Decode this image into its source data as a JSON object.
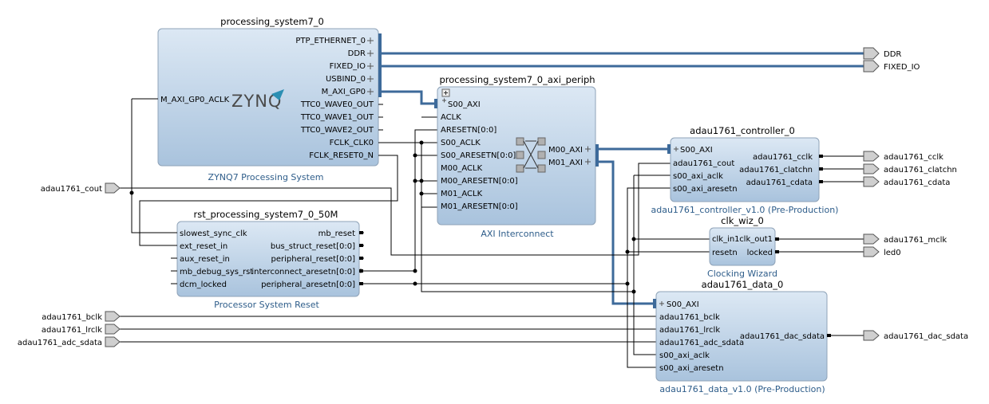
{
  "blocks": {
    "ps7": {
      "title": "processing_system7_0",
      "subtitle": "ZYNQ7 Processing System",
      "logo": "ZYNQ",
      "pins_left": [
        "M_AXI_GP0_ACLK"
      ],
      "pins_right": [
        "PTP_ETHERNET_0",
        "DDR",
        "FIXED_IO",
        "USBIND_0",
        "M_AXI_GP0",
        "TTC0_WAVE0_OUT",
        "TTC0_WAVE1_OUT",
        "TTC0_WAVE2_OUT",
        "FCLK_CLK0",
        "FCLK_RESET0_N"
      ]
    },
    "periph": {
      "title": "processing_system7_0_axi_periph",
      "subtitle": "AXI Interconnect",
      "pins_left": [
        "S00_AXI",
        "ACLK",
        "ARESETN[0:0]",
        "S00_ACLK",
        "S00_ARESETN[0:0]",
        "M00_ACLK",
        "M00_ARESETN[0:0]",
        "M01_ACLK",
        "M01_ARESETN[0:0]"
      ],
      "pins_right": [
        "M00_AXI",
        "M01_AXI"
      ]
    },
    "rst": {
      "title": "rst_processing_system7_0_50M",
      "subtitle": "Processor System Reset",
      "pins_left": [
        "slowest_sync_clk",
        "ext_reset_in",
        "aux_reset_in",
        "mb_debug_sys_rst",
        "dcm_locked"
      ],
      "pins_right": [
        "mb_reset",
        "bus_struct_reset[0:0]",
        "peripheral_reset[0:0]",
        "interconnect_aresetn[0:0]",
        "peripheral_aresetn[0:0]"
      ]
    },
    "ctrl": {
      "title": "adau1761_controller_0",
      "subtitle": "adau1761_controller_v1.0 (Pre-Production)",
      "pins_left": [
        "S00_AXI",
        "adau1761_cout",
        "s00_axi_aclk",
        "s00_axi_aresetn"
      ],
      "pins_right": [
        "adau1761_cclk",
        "adau1761_clatchn",
        "adau1761_cdata"
      ]
    },
    "clk": {
      "title": "clk_wiz_0",
      "subtitle": "Clocking Wizard",
      "pins_left": [
        "clk_in1",
        "resetn"
      ],
      "pins_right": [
        "clk_out1",
        "locked"
      ]
    },
    "data": {
      "title": "adau1761_data_0",
      "subtitle": "adau1761_data_v1.0 (Pre-Production)",
      "pins_left": [
        "S00_AXI",
        "adau1761_bclk",
        "adau1761_lrclk",
        "adau1761_adc_sdata",
        "s00_axi_aclk",
        "s00_axi_aresetn"
      ],
      "pins_right": [
        "adau1761_dac_sdata"
      ]
    }
  },
  "external_ports": {
    "inputs": [
      "adau1761_cout",
      "adau1761_bclk",
      "adau1761_lrclk",
      "adau1761_adc_sdata"
    ],
    "outputs": [
      "DDR",
      "FIXED_IO",
      "adau1761_cclk",
      "adau1761_clatchn",
      "adau1761_cdata",
      "adau1761_mclk",
      "led0",
      "adau1761_dac_sdata"
    ]
  },
  "colors": {
    "block_top": "#dce8f4",
    "block_bottom": "#a9c3dd",
    "block_border": "#8fa3b8",
    "bus_wire": "#3d6a9a",
    "signal_wire": "#000000",
    "subtitle_text": "#2e5d8a",
    "logo_accent": "#2b8fb3"
  }
}
